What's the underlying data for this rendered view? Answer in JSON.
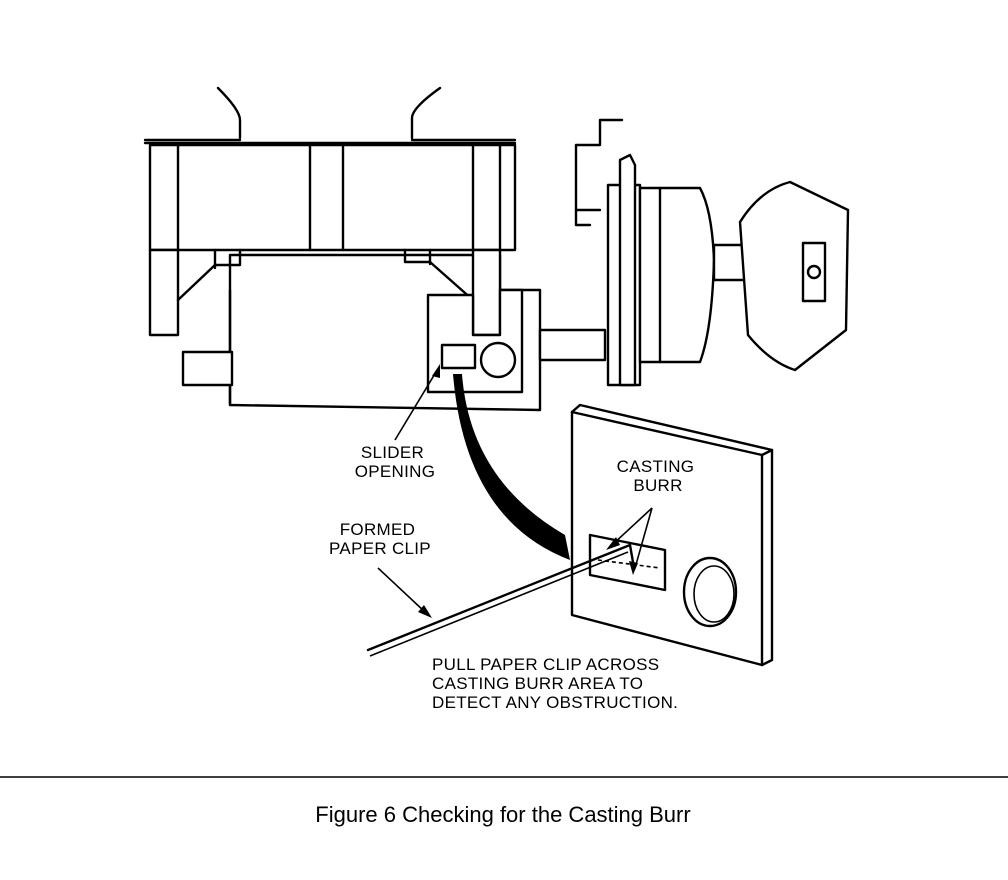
{
  "labels": {
    "slider_opening": [
      "SLIDER",
      "OPENING"
    ],
    "casting_burr": [
      "CASTING",
      "BURR"
    ],
    "formed_paper_clip": [
      "FORMED",
      "PAPER CLIP"
    ],
    "instruction": [
      "PULL PAPER CLIP ACROSS",
      "CASTING BURR AREA TO",
      "DETECT ANY OBSTRUCTION."
    ]
  },
  "caption": "Figure 6  Checking for the Casting Burr"
}
